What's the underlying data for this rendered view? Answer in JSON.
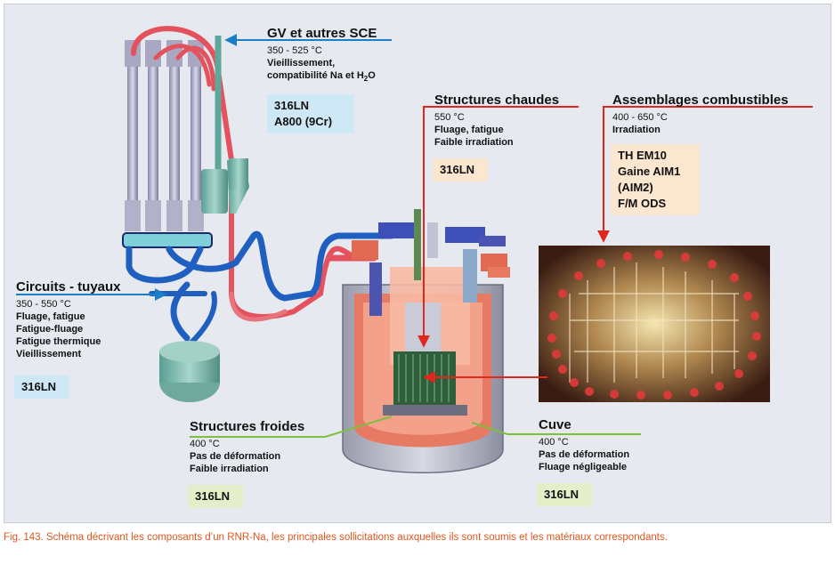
{
  "caption": "Fig. 143. Schéma décrivant les composants d’un RNR-Na, les principales sollicitations auxquelles ils sont soumis et les matériaux correspondants.",
  "callouts": {
    "gv": {
      "title": "GV et autres SCE",
      "temp": "350 - 525 °C",
      "lines": [
        "Vieillissement,",
        "compatibilité Na et H"
      ],
      "subscript": "2",
      "tail": "O",
      "materials": [
        "316LN",
        "A800 (9Cr)"
      ]
    },
    "hot": {
      "title": "Structures chaudes",
      "temp": "550 °C",
      "lines": [
        "Fluage, fatigue",
        "Faible irradiation"
      ],
      "materials": [
        "316LN"
      ]
    },
    "fuel": {
      "title": "Assemblages combustibles",
      "temp": "400 - 650 °C",
      "lines": [
        "Irradiation"
      ],
      "materials": [
        "TH EM10",
        "Gaine AIM1",
        "(AIM2)",
        "F/M ODS"
      ]
    },
    "pipes": {
      "title": "Circuits - tuyaux",
      "temp": "350 - 550 °C",
      "lines": [
        "Fluage, fatigue",
        "Fatigue-fluage",
        "Fatigue thermique",
        "Vieillissement"
      ],
      "materials": [
        "316LN"
      ]
    },
    "cold": {
      "title": "Structures froides",
      "temp": "400 °C",
      "lines": [
        "Pas de déformation",
        "Faible irradiation"
      ],
      "materials": [
        "316LN"
      ]
    },
    "vessel": {
      "title": "Cuve",
      "temp": "400 °C",
      "lines": [
        "Pas de déformation",
        "Fluage négligeable"
      ],
      "materials": [
        "316LN"
      ]
    }
  },
  "colors": {
    "gv_accent": "#1a7fc6",
    "hot_accent": "#e0271d",
    "fuel_accent": "#e0271d",
    "pipes_accent": "#1a7fc6",
    "cold_accent": "#7fbf3f",
    "vessel_accent": "#7fbf3f",
    "caption": "#e0561c"
  }
}
